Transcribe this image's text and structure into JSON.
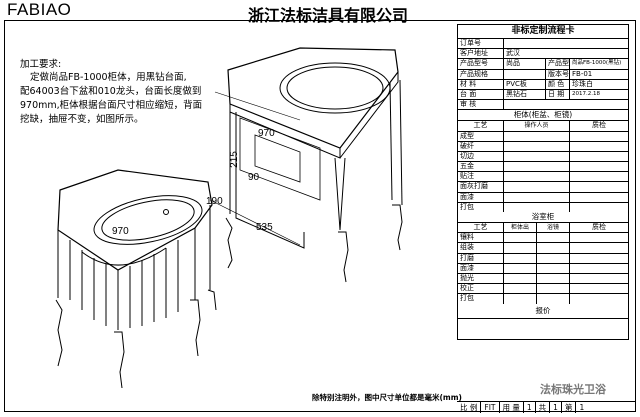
{
  "header": {
    "logo": "FABIAO",
    "company": "浙江法标洁具有限公司"
  },
  "requirements": {
    "title": "加工要求:",
    "lines": [
      "定做尚品FB-1000柜体，用黑钻台面,",
      "配64003台下盆和010龙头，台面长度做到",
      "970mm,柜体根据台面尺寸相应缩短，背面",
      "挖缺，抽屉不变，如图所示。"
    ]
  },
  "dimensions": {
    "top_970": "970",
    "side_215": "215",
    "side_90": "90",
    "side_190": "190",
    "side_535": "535",
    "front_970": "970"
  },
  "card": {
    "title": "非标定制流程卡",
    "order_no": "订单号",
    "customer_addr_label": "客户地址",
    "customer_addr": "武汉",
    "product_model_label": "产品型号",
    "product_model": "尚品",
    "product_name_label": "产品型号",
    "product_name": "尚品FB-1000(黑钻)",
    "product_spec_label": "产品规格",
    "version_label": "版本号",
    "version": "FB-01",
    "material_label": "材 料",
    "material": "PVC板",
    "color_label": "颜 色",
    "color": "珍珠白",
    "table_label": "台 面",
    "table": "黑钻石",
    "date_label": "日 期",
    "date": "2017.2.18",
    "approve_label": "审 核",
    "section1": "柜体(柜盆、柜镜)",
    "col_process": "工艺",
    "col_operator": "操作人员",
    "col_quality": "质检",
    "processes1": [
      "成型",
      "破纤",
      "切边",
      "五金",
      "贴注",
      "面灰打磨",
      "面漆",
      "打包"
    ],
    "section2": "浴室柜",
    "col_wood": "柜体出",
    "col_bath": "浴镜",
    "processes2": [
      "镶料",
      "组装",
      "打磨",
      "面漆",
      "抛光",
      "校正",
      "打包"
    ],
    "price_label": "报价"
  },
  "footer": {
    "ratio": "比 例",
    "fit": "FIT",
    "usage": "用 量",
    "usage_val": "1",
    "total_prefix": "共",
    "total": "1",
    "page_prefix": "第",
    "page": "1",
    "note": "除特别注明外，图中尺寸单位都是毫米(mm)",
    "watermark": "法标珠光卫浴"
  }
}
